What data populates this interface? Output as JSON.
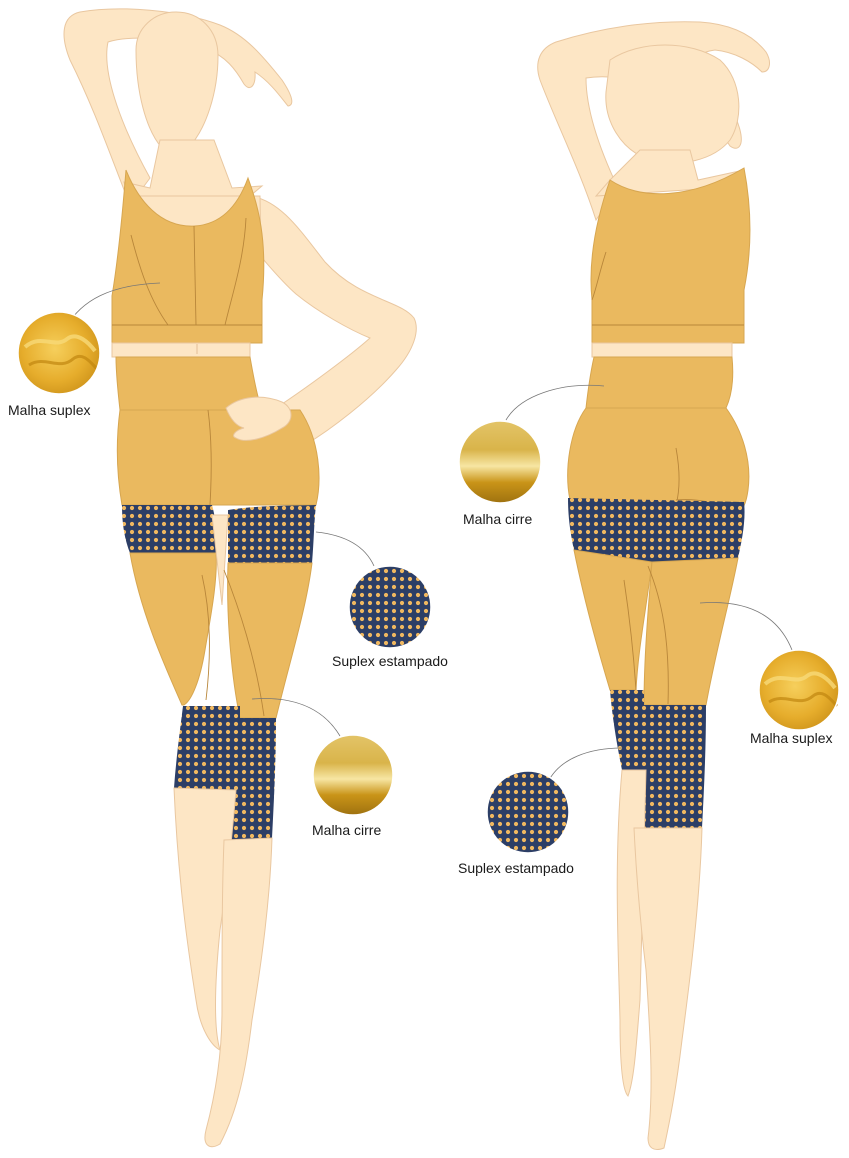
{
  "colors": {
    "skin": "#fde6c5",
    "garment": "#eab95f",
    "print_base": "#2c3e66",
    "print_dot": "#f0b860",
    "suplex_texture": "#e3a92a",
    "cirre_texture": "#c8961c"
  },
  "figures": [
    {
      "view": "front",
      "callouts": [
        {
          "fabric": "suplex",
          "text": "Malha suplex"
        },
        {
          "fabric": "print",
          "text": "Suplex estampado"
        },
        {
          "fabric": "cirre",
          "text": "Malha cirre"
        }
      ]
    },
    {
      "view": "back",
      "callouts": [
        {
          "fabric": "cirre",
          "text": "Malha cirre"
        },
        {
          "fabric": "suplex",
          "text": "Malha suplex"
        },
        {
          "fabric": "print",
          "text": "Suplex estampado"
        }
      ]
    }
  ]
}
